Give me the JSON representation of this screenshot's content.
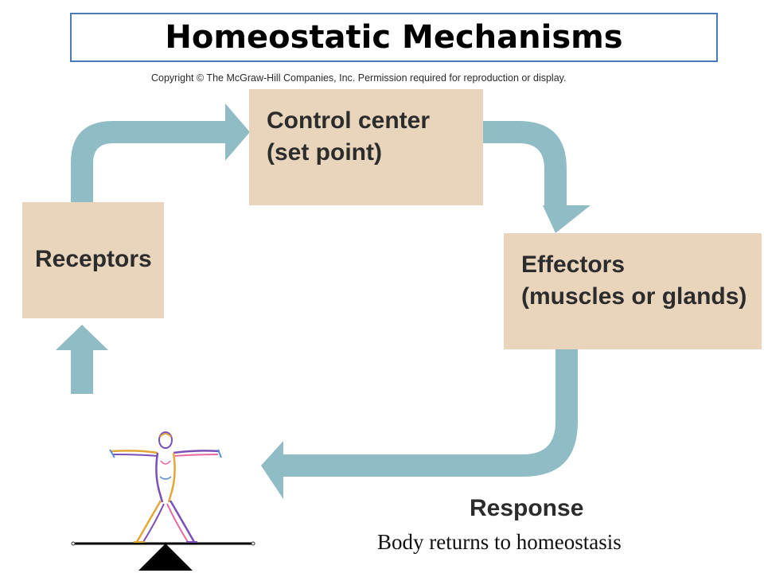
{
  "title": "Homeostatic Mechanisms",
  "copyright": "Copyright © The McGraw-Hill Companies, Inc. Permission required for reproduction or display.",
  "boxes": {
    "control_center": {
      "line1": "Control center",
      "line2": "(set point)"
    },
    "receptors": {
      "line1": "Receptors"
    },
    "effectors": {
      "line1": "Effectors",
      "line2": "(muscles or glands)"
    }
  },
  "response_label": "Response",
  "caption": "Body returns to homeostasis",
  "colors": {
    "box_fill": "#e9d4bc",
    "arrow_fill": "#90bcc6",
    "title_border": "#4a7ab8"
  },
  "icons": {
    "figure": "human-figure-on-balance-icon"
  }
}
